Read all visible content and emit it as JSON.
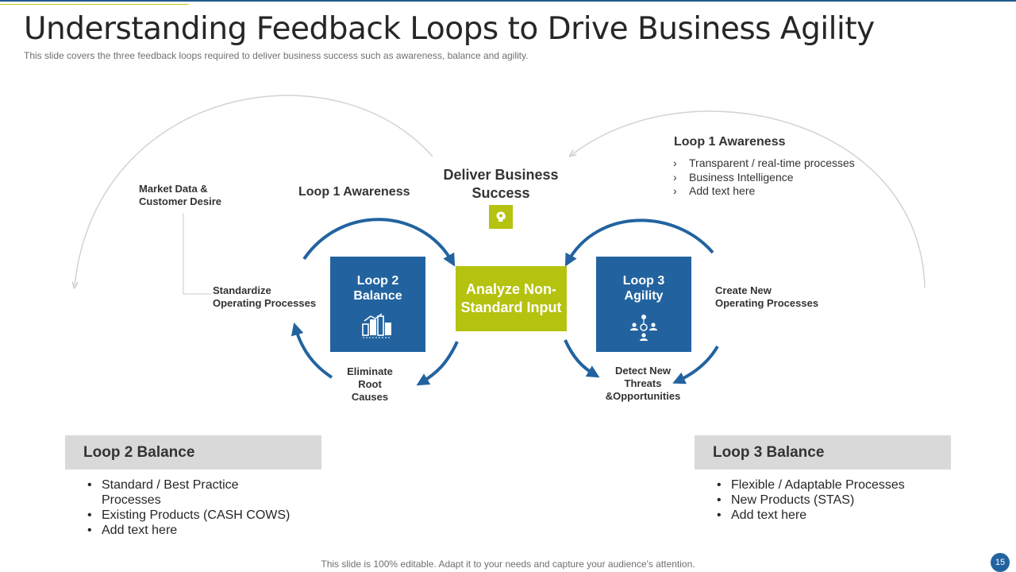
{
  "slide": {
    "title": "Understanding Feedback Loops to Drive Business Agility",
    "subtitle": "This slide covers the three feedback loops required to deliver  business success such as awareness, balance and agility.",
    "footer": "This slide is 100% editable. Adapt it to your needs and capture your audience's attention.",
    "page_number": "15"
  },
  "colors": {
    "blue": "#22639f",
    "lime": "#b5c20f",
    "gray_panel": "#d9d9d9",
    "arc_gray": "#d0d0d0"
  },
  "diagram": {
    "market_data": [
      "Market Data &",
      "Customer  Desire"
    ],
    "standardize": [
      "Standardize",
      "Operating Processes"
    ],
    "loop1_left_label": "Loop 1 Awareness",
    "deliver_label": [
      "Deliver Business",
      "Success"
    ],
    "deliver_icon": "lightbulb-head-icon",
    "center_box": [
      "Analyze Non-",
      "Standard Input"
    ],
    "loop2_box": [
      "Loop 2",
      "Balance"
    ],
    "loop2_icon": "city-growth-icon",
    "loop3_box": [
      "Loop 3",
      "Agility"
    ],
    "loop3_icon": "team-network-icon",
    "eliminate": [
      "Eliminate",
      "Root",
      "Causes"
    ],
    "detect": [
      "Detect New",
      "Threats",
      "&Opportunities"
    ],
    "create_new": [
      "Create New",
      "Operating Processes"
    ],
    "loop1_right_title": "Loop 1 Awareness",
    "loop1_right_items": [
      "Transparent / real-time processes",
      "Business Intelligence",
      "Add text here"
    ],
    "list_marker": "›"
  },
  "panels": {
    "loop2": {
      "title": "Loop 2 Balance",
      "items": [
        "Standard / Best Practice",
        "Processes",
        "Existing Products (CASH COWS)",
        "Add text here"
      ]
    },
    "loop3": {
      "title": "Loop 3 Balance",
      "items": [
        "Flexible / Adaptable Processes",
        "New Products (STAS)",
        "Add text here"
      ]
    },
    "bullet": "•"
  }
}
